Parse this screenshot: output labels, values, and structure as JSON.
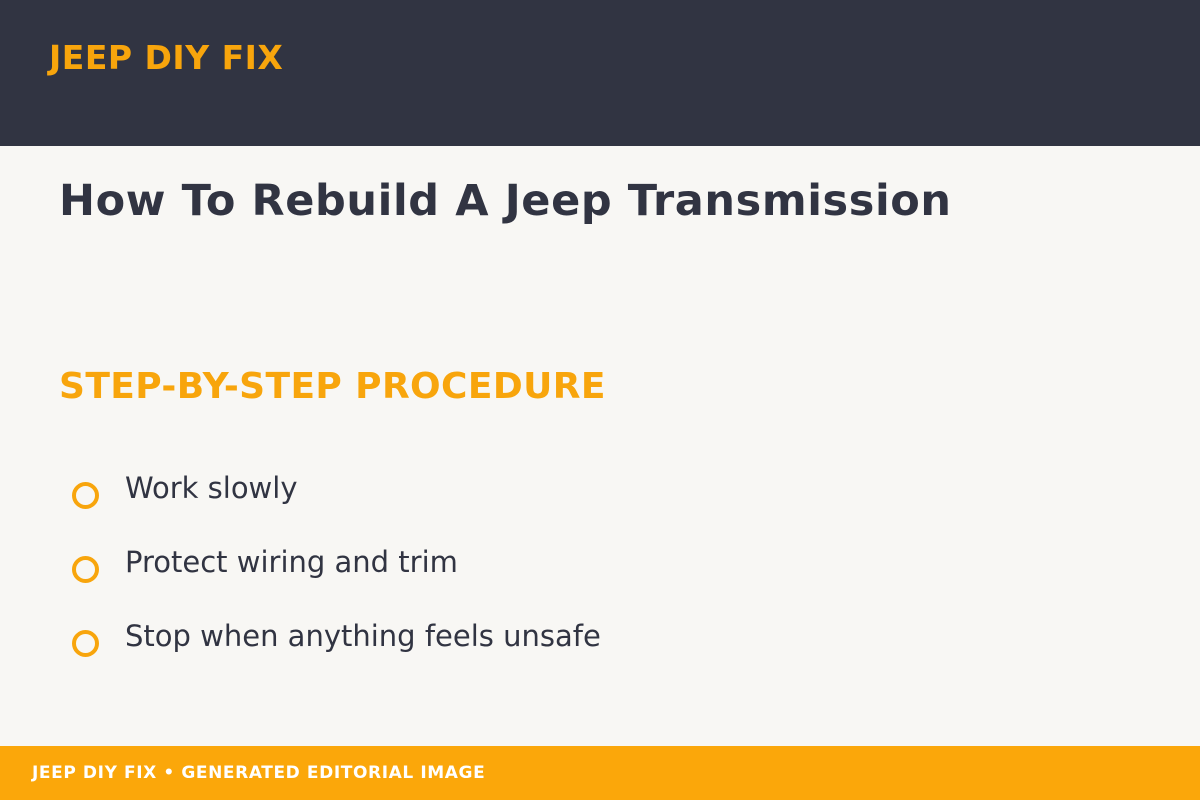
{
  "header": {
    "brand": "JEEP DIY FIX"
  },
  "article": {
    "title": "How To Rebuild A Jeep Transmission",
    "section_heading": "STEP-BY-STEP PROCEDURE",
    "steps": [
      {
        "text": "Work slowly",
        "bullet_icon": "ring-bullet-icon"
      },
      {
        "text": "Protect wiring and trim",
        "bullet_icon": "ring-bullet-icon"
      },
      {
        "text": "Stop when anything feels unsafe",
        "bullet_icon": "ring-bullet-icon"
      }
    ]
  },
  "footer": {
    "text": "JEEP DIY FIX  •  GENERATED EDITORIAL IMAGE"
  },
  "colors": {
    "header_bg": "#313442",
    "accent": "#f8a50c",
    "page_bg": "#f8f7f4",
    "text": "#313442",
    "footer_bg": "#fba70a",
    "footer_text": "#ffffff"
  }
}
